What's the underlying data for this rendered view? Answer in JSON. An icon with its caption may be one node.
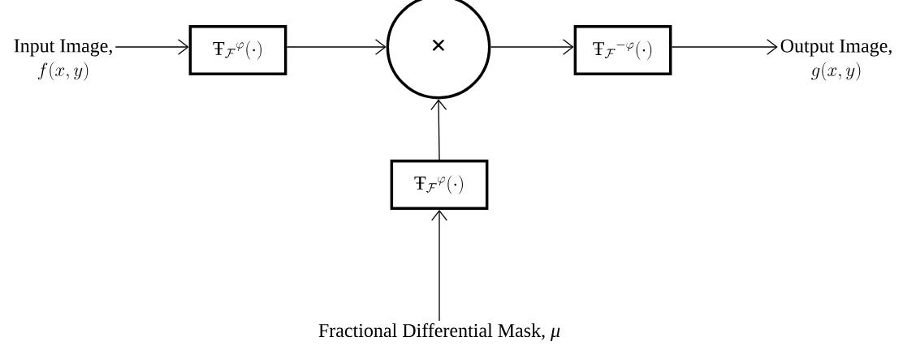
{
  "diagram": {
    "nodes": [
      {
        "text": [
          "Input Image,",
          "f(x,y)"
        ]
      },
      {
        "text": [
          "\\mbox{Ŧ}_{\\mathcal{F}}{}^{\\varphi}(\\cdot)"
        ]
      },
      {
        "text": [
          "×"
        ]
      },
      {
        "text": [
          "\\mbox{Ŧ}_{\\mathcal{F}}{}^{-\\varphi}(\\cdot)"
        ]
      },
      {
        "text": [
          "Output Image,",
          "g(x,y)"
        ]
      },
      {
        "text": [
          "\\mbox{Ŧ}_{\\mathcal{F}}{}^{\\varphi}(\\cdot)"
        ]
      },
      {
        "text": [
          "Fractional Differential Mask, *μ*"
        ]
      }
    ],
    "edges": [
      {
        "from": 0,
        "to": 1,
        "arrow": "to"
      },
      {
        "from": 1,
        "to": 2,
        "arrow": "to"
      },
      {
        "from": 2,
        "to": 3,
        "arrow": "to"
      },
      {
        "from": 3,
        "to": 4,
        "arrow": "to"
      },
      {
        "from": 5,
        "to": 2,
        "arrow": "to"
      },
      {
        "from": 6,
        "to": 5,
        "arrow": "to"
      }
    ]
  }
}
